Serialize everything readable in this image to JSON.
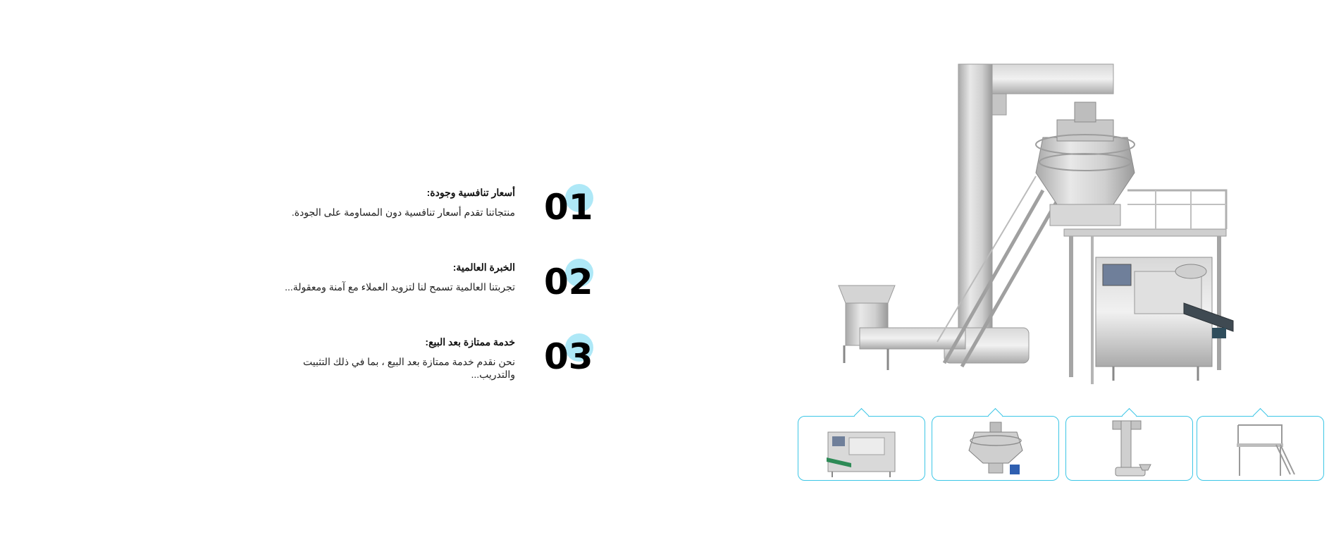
{
  "features": [
    {
      "number": "01",
      "title": "أسعار تنافسية وجودة:",
      "description": "منتجاتنا تقدم أسعار تنافسية دون المساومة على الجودة."
    },
    {
      "number": "02",
      "title": "الخبرة العالمية:",
      "description": "تجربتنا العالمية تسمح لنا لتزويد العملاء مع آمنة ومعقولة..."
    },
    {
      "number": "03",
      "title": "خدمة ممتازة بعد البيع:",
      "description": "نحن نقدم خدمة ممتازة بعد البيع ، بما في ذلك التثبيت والتدريب..."
    }
  ],
  "thumbnails": [
    {
      "icon": "packing-machine-icon"
    },
    {
      "icon": "multihead-weigher-icon"
    },
    {
      "icon": "bucket-elevator-icon"
    },
    {
      "icon": "work-platform-icon"
    }
  ],
  "colors": {
    "accent": "#3cc6e6",
    "accent_light": "#aee8f7",
    "steel": "#c9c9c9",
    "steel_dark": "#8f8f8f"
  }
}
